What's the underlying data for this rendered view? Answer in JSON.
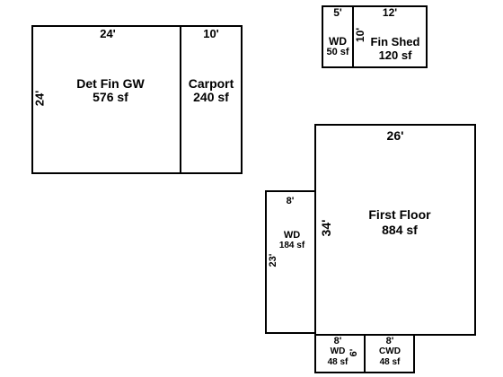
{
  "det_fin_gw": {
    "width_label": "24'",
    "height_label": "24'",
    "name": "Det Fin GW",
    "area": "576 sf"
  },
  "carport": {
    "width_label": "10'",
    "name": "Carport",
    "area": "240 sf"
  },
  "wd_shed": {
    "width_label": "5'",
    "name": "WD",
    "area": "50 sf"
  },
  "fin_shed": {
    "width_label": "12'",
    "height_label": "10'",
    "name": "Fin Shed",
    "area": "120 sf"
  },
  "first_floor": {
    "width_label": "26'",
    "height_label": "34'",
    "name": "First Floor",
    "area": "884 sf"
  },
  "wd_side": {
    "width_label": "8'",
    "height_label": "23'",
    "name": "WD",
    "area": "184 sf"
  },
  "wd_bottom": {
    "width_label": "8'",
    "height_label": "6'",
    "name": "WD",
    "area": "48 sf"
  },
  "cwd_bottom": {
    "width_label": "8'",
    "name": "CWD",
    "area": "48 sf"
  }
}
